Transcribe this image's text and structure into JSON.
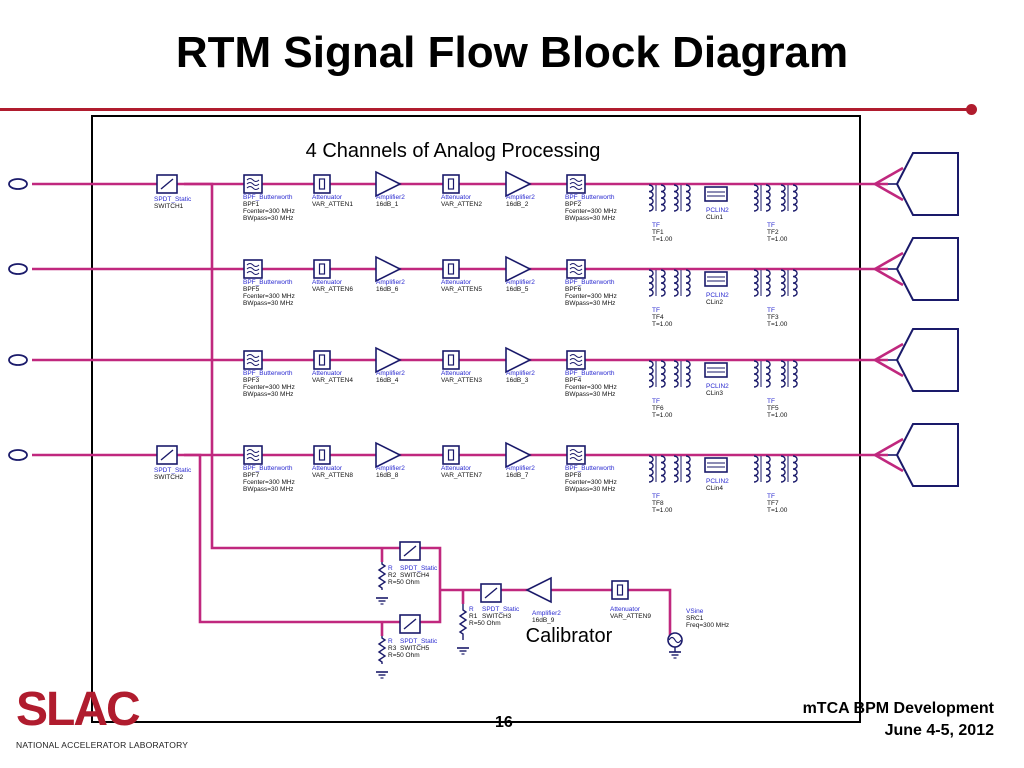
{
  "slide": {
    "title": "RTM Signal Flow Block Diagram",
    "page_number": "16",
    "footer_line1": "mTCA BPM Development",
    "footer_line2": "June 4-5, 2012"
  },
  "logo": {
    "word": "SLAC",
    "subtitle": "NATIONAL ACCELERATOR LABORATORY"
  },
  "diagram": {
    "channels_label": "4 Channels of Analog Processing",
    "calibrator_label": "Calibrator",
    "channels": [
      {
        "switch": [
          "SPDT_Static",
          "SWITCH1"
        ],
        "bpf_a": [
          "BPF_Butterworth",
          "BPF1",
          "Fcenter=300 MHz",
          "BWpass=30 MHz"
        ],
        "att_a": [
          "Attenuator",
          "VAR_ATTEN1"
        ],
        "amp_a": [
          "Amplifier2",
          "16dB_1"
        ],
        "att_b": [
          "Attenuator",
          "VAR_ATTEN2"
        ],
        "amp_b": [
          "Amplifier2",
          "16dB_2"
        ],
        "bpf_b": [
          "BPF_Butterworth",
          "BPF2",
          "Fcenter=300 MHz",
          "BWpass=30 MHz"
        ],
        "tf_a": [
          "TF",
          "TF1",
          "T=1.00"
        ],
        "pclin": [
          "PCLIN2",
          "CLin1"
        ],
        "tf_b": [
          "TF",
          "TF2",
          "T=1.00"
        ]
      },
      {
        "switch": null,
        "bpf_a": [
          "BPF_Butterworth",
          "BPF5",
          "Fcenter=300 MHz",
          "BWpass=30 MHz"
        ],
        "att_a": [
          "Attenuator",
          "VAR_ATTEN6"
        ],
        "amp_a": [
          "Amplifier2",
          "16dB_6"
        ],
        "att_b": [
          "Attenuator",
          "VAR_ATTEN5"
        ],
        "amp_b": [
          "Amplifier2",
          "16dB_5"
        ],
        "bpf_b": [
          "BPF_Butterworth",
          "BPF6",
          "Fcenter=300 MHz",
          "BWpass=30 MHz"
        ],
        "tf_a": [
          "TF",
          "TF4",
          "T=1.00"
        ],
        "pclin": [
          "PCLIN2",
          "CLin2"
        ],
        "tf_b": [
          "TF",
          "TF3",
          "T=1.00"
        ]
      },
      {
        "switch": null,
        "bpf_a": [
          "BPF_Butterworth",
          "BPF3",
          "Fcenter=300 MHz",
          "BWpass=30 MHz"
        ],
        "att_a": [
          "Attenuator",
          "VAR_ATTEN4"
        ],
        "amp_a": [
          "Amplifier2",
          "16dB_4"
        ],
        "att_b": [
          "Attenuator",
          "VAR_ATTEN3"
        ],
        "amp_b": [
          "Amplifier2",
          "16dB_3"
        ],
        "bpf_b": [
          "BPF_Butterworth",
          "BPF4",
          "Fcenter=300 MHz",
          "BWpass=30 MHz"
        ],
        "tf_a": [
          "TF",
          "TF6",
          "T=1.00"
        ],
        "pclin": [
          "PCLIN2",
          "CLin3"
        ],
        "tf_b": [
          "TF",
          "TF5",
          "T=1.00"
        ]
      },
      {
        "switch": [
          "SPDT_Static",
          "SWITCH2"
        ],
        "bpf_a": [
          "BPF_Butterworth",
          "BPF7",
          "Fcenter=300 MHz",
          "BWpass=30 MHz"
        ],
        "att_a": [
          "Attenuator",
          "VAR_ATTEN8"
        ],
        "amp_a": [
          "Amplifier2",
          "16dB_8"
        ],
        "att_b": [
          "Attenuator",
          "VAR_ATTEN7"
        ],
        "amp_b": [
          "Amplifier2",
          "16dB_7"
        ],
        "bpf_b": [
          "BPF_Butterworth",
          "BPF8",
          "Fcenter=300 MHz",
          "BWpass=30 MHz"
        ],
        "tf_a": [
          "TF",
          "TF8",
          "T=1.00"
        ],
        "pclin": [
          "PCLIN2",
          "CLin4"
        ],
        "tf_b": [
          "TF",
          "TF7",
          "T=1.00"
        ]
      }
    ],
    "calibrator": {
      "switch4": [
        "SPDT_Static",
        "SWITCH4"
      ],
      "r2": [
        "R",
        "R2",
        "R=50 Ohm"
      ],
      "switch5": [
        "SPDT_Static",
        "SWITCH5"
      ],
      "r3": [
        "R",
        "R3",
        "R=50 Ohm"
      ],
      "switch3": [
        "SPDT_Static",
        "SWITCH3"
      ],
      "r1": [
        "R",
        "R1",
        "R=50 Ohm"
      ],
      "amp": [
        "Amplifier2",
        "16dB_9"
      ],
      "att": [
        "Attenuator",
        "VAR_ATTEN9"
      ],
      "src": [
        "VSine",
        "SRC1",
        "Freq=300 MHz"
      ]
    },
    "colors": {
      "wire": "#c0287e",
      "frame": "#000000",
      "component": "#1a1a6a",
      "label": "#2a2ad0",
      "brand": "#b01c2e"
    }
  }
}
